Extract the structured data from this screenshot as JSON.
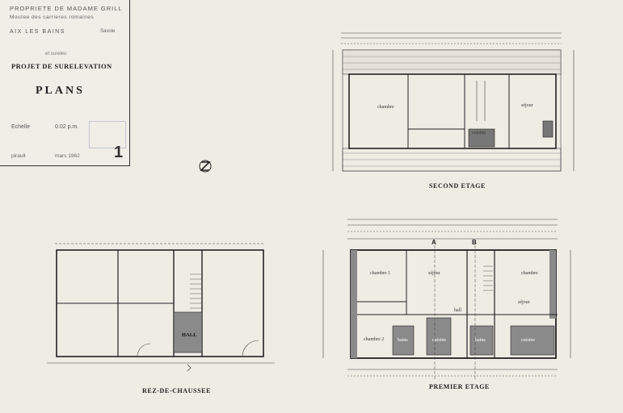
{
  "cartouche": {
    "owner": "PROPRIETE DE MADAME GRILL",
    "subtitle": "Moutee des carrieres romaines",
    "city": "AIX LES BAINS",
    "region": "Savoie",
    "handwritten_note": "et surelev.",
    "project": "PROJET DE SURELEVATION",
    "title": "PLANS",
    "scale_label": "Echelle",
    "scale_value": "0.02 p.m.",
    "architect": "pirault",
    "date": "mars 1962",
    "sheet_number": "1"
  },
  "plans": {
    "second": {
      "caption": "SECOND ETAGE",
      "rooms": [
        "chambre",
        "séjour",
        "cuisine"
      ]
    },
    "ground": {
      "caption": "REZ-DE-CHAUSSEE",
      "rooms": [
        "HALL"
      ]
    },
    "first": {
      "caption": "PREMIER ETAGE",
      "rooms": [
        "chambre 1",
        "séjour",
        "chambre 2",
        "hall",
        "chambre",
        "séjour",
        "bains",
        "cuisine",
        "bains",
        "cuisine"
      ],
      "section_marks": [
        "A",
        "B"
      ]
    }
  },
  "colors": {
    "paper": "#efece4",
    "ink": "#2a2a2a",
    "wall_fill": "#8a8a8a",
    "stamp": "#a9b1c7"
  }
}
